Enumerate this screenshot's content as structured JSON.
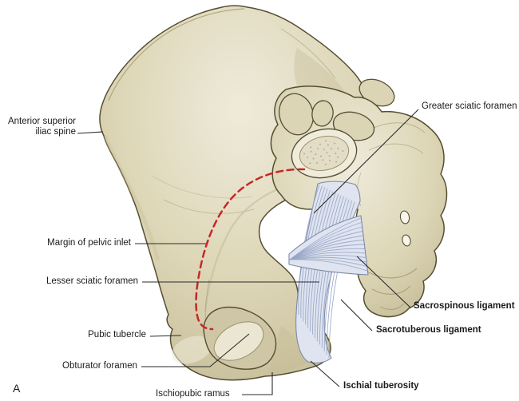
{
  "figure": {
    "panel_label": "A"
  },
  "labels": {
    "anterior_superior_iliac_spine": {
      "line1": "Anterior superior",
      "line2": "iliac spine"
    },
    "greater_sciatic_foramen": "Greater sciatic foramen",
    "margin_of_pelvic_inlet": "Margin of pelvic inlet",
    "lesser_sciatic_foramen": "Lesser sciatic foramen",
    "pubic_tubercle": "Pubic tubercle",
    "obturator_foramen": "Obturator foramen",
    "ischiopubic_ramus": "Ischiopubic ramus",
    "sacrospinous_ligament": "Sacrospinous ligament",
    "sacrotuberous_ligament": "Sacrotuberous ligament",
    "ischial_tuberosity": "Ischial tuberosity"
  },
  "colors": {
    "bone_base": "#dcd5b5",
    "bone_light": "#efebdb",
    "bone_dark": "#c2b893",
    "outline": "#564e33",
    "inner_line": "#9b9168",
    "hole_shadow": "#cfc6a6",
    "hole_inner": "#ebe6d2",
    "disc_outer": "#f0ecdb",
    "disc_inner": "#e3ddc7",
    "stipple": "#a99f7b",
    "ligament_fill": "#dfe4f0",
    "ligament_fiber": "#96a4c5",
    "ligament_outline": "#7c8aa8",
    "inlet_line": "#c62828",
    "leader": "#2b2b2b"
  }
}
